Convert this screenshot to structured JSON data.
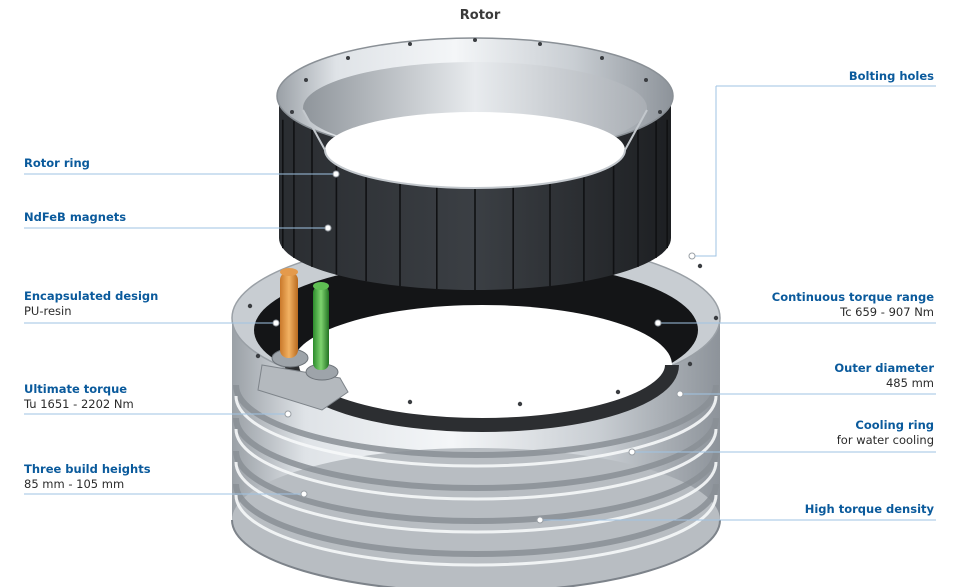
{
  "title": "Rotor",
  "colors": {
    "label_title": "#0a5a9c",
    "leader_line": "#9fc3e3",
    "dot": "#ffffff"
  },
  "labels": {
    "bolting_holes": {
      "title": "Bolting holes"
    },
    "rotor_ring": {
      "title": "Rotor ring"
    },
    "ndfeb_magnets": {
      "title": "NdFeB magnets"
    },
    "encapsulated": {
      "title": "Encapsulated design",
      "sub": "PU-resin"
    },
    "continuous_torque": {
      "title": "Continuous torque range",
      "sub": "Tc 659 - 907 Nm"
    },
    "outer_diameter": {
      "title": "Outer diameter",
      "sub": "485 mm"
    },
    "ultimate_torque": {
      "title": "Ultimate torque",
      "sub": "Tu 1651 - 2202 Nm"
    },
    "cooling_ring": {
      "title": "Cooling ring",
      "sub": "for water cooling"
    },
    "build_heights": {
      "title": "Three build heights",
      "sub": "85 mm - 105 mm"
    },
    "torque_density": {
      "title": "High torque density"
    }
  }
}
